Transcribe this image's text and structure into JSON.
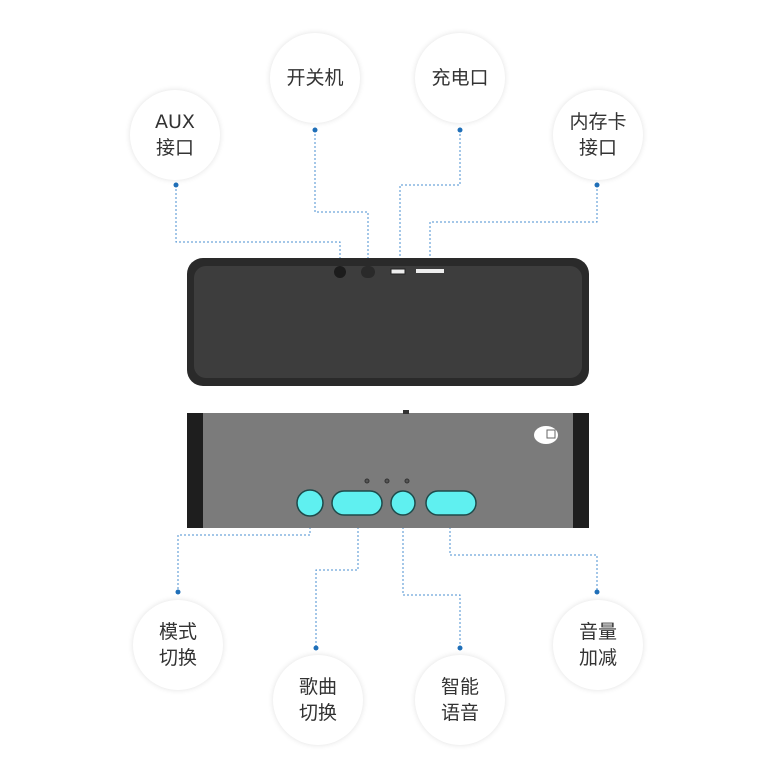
{
  "colors": {
    "line": "#4a8fd0",
    "dot": "#1f6fb8",
    "button": "#5ff0f0",
    "top_body": "#3b3b3b",
    "front_body": "#7b7b7b"
  },
  "top_labels": [
    {
      "lines": [
        "AUX",
        "接口"
      ]
    },
    {
      "lines": [
        "开关机"
      ]
    },
    {
      "lines": [
        "充电口"
      ]
    },
    {
      "lines": [
        "内存卡",
        "接口"
      ]
    }
  ],
  "bottom_labels": [
    {
      "lines": [
        "模式",
        "切换"
      ]
    },
    {
      "lines": [
        "歌曲",
        "切换"
      ]
    },
    {
      "lines": [
        "智能",
        "语音"
      ]
    },
    {
      "lines": [
        "音量",
        "加减"
      ]
    }
  ]
}
